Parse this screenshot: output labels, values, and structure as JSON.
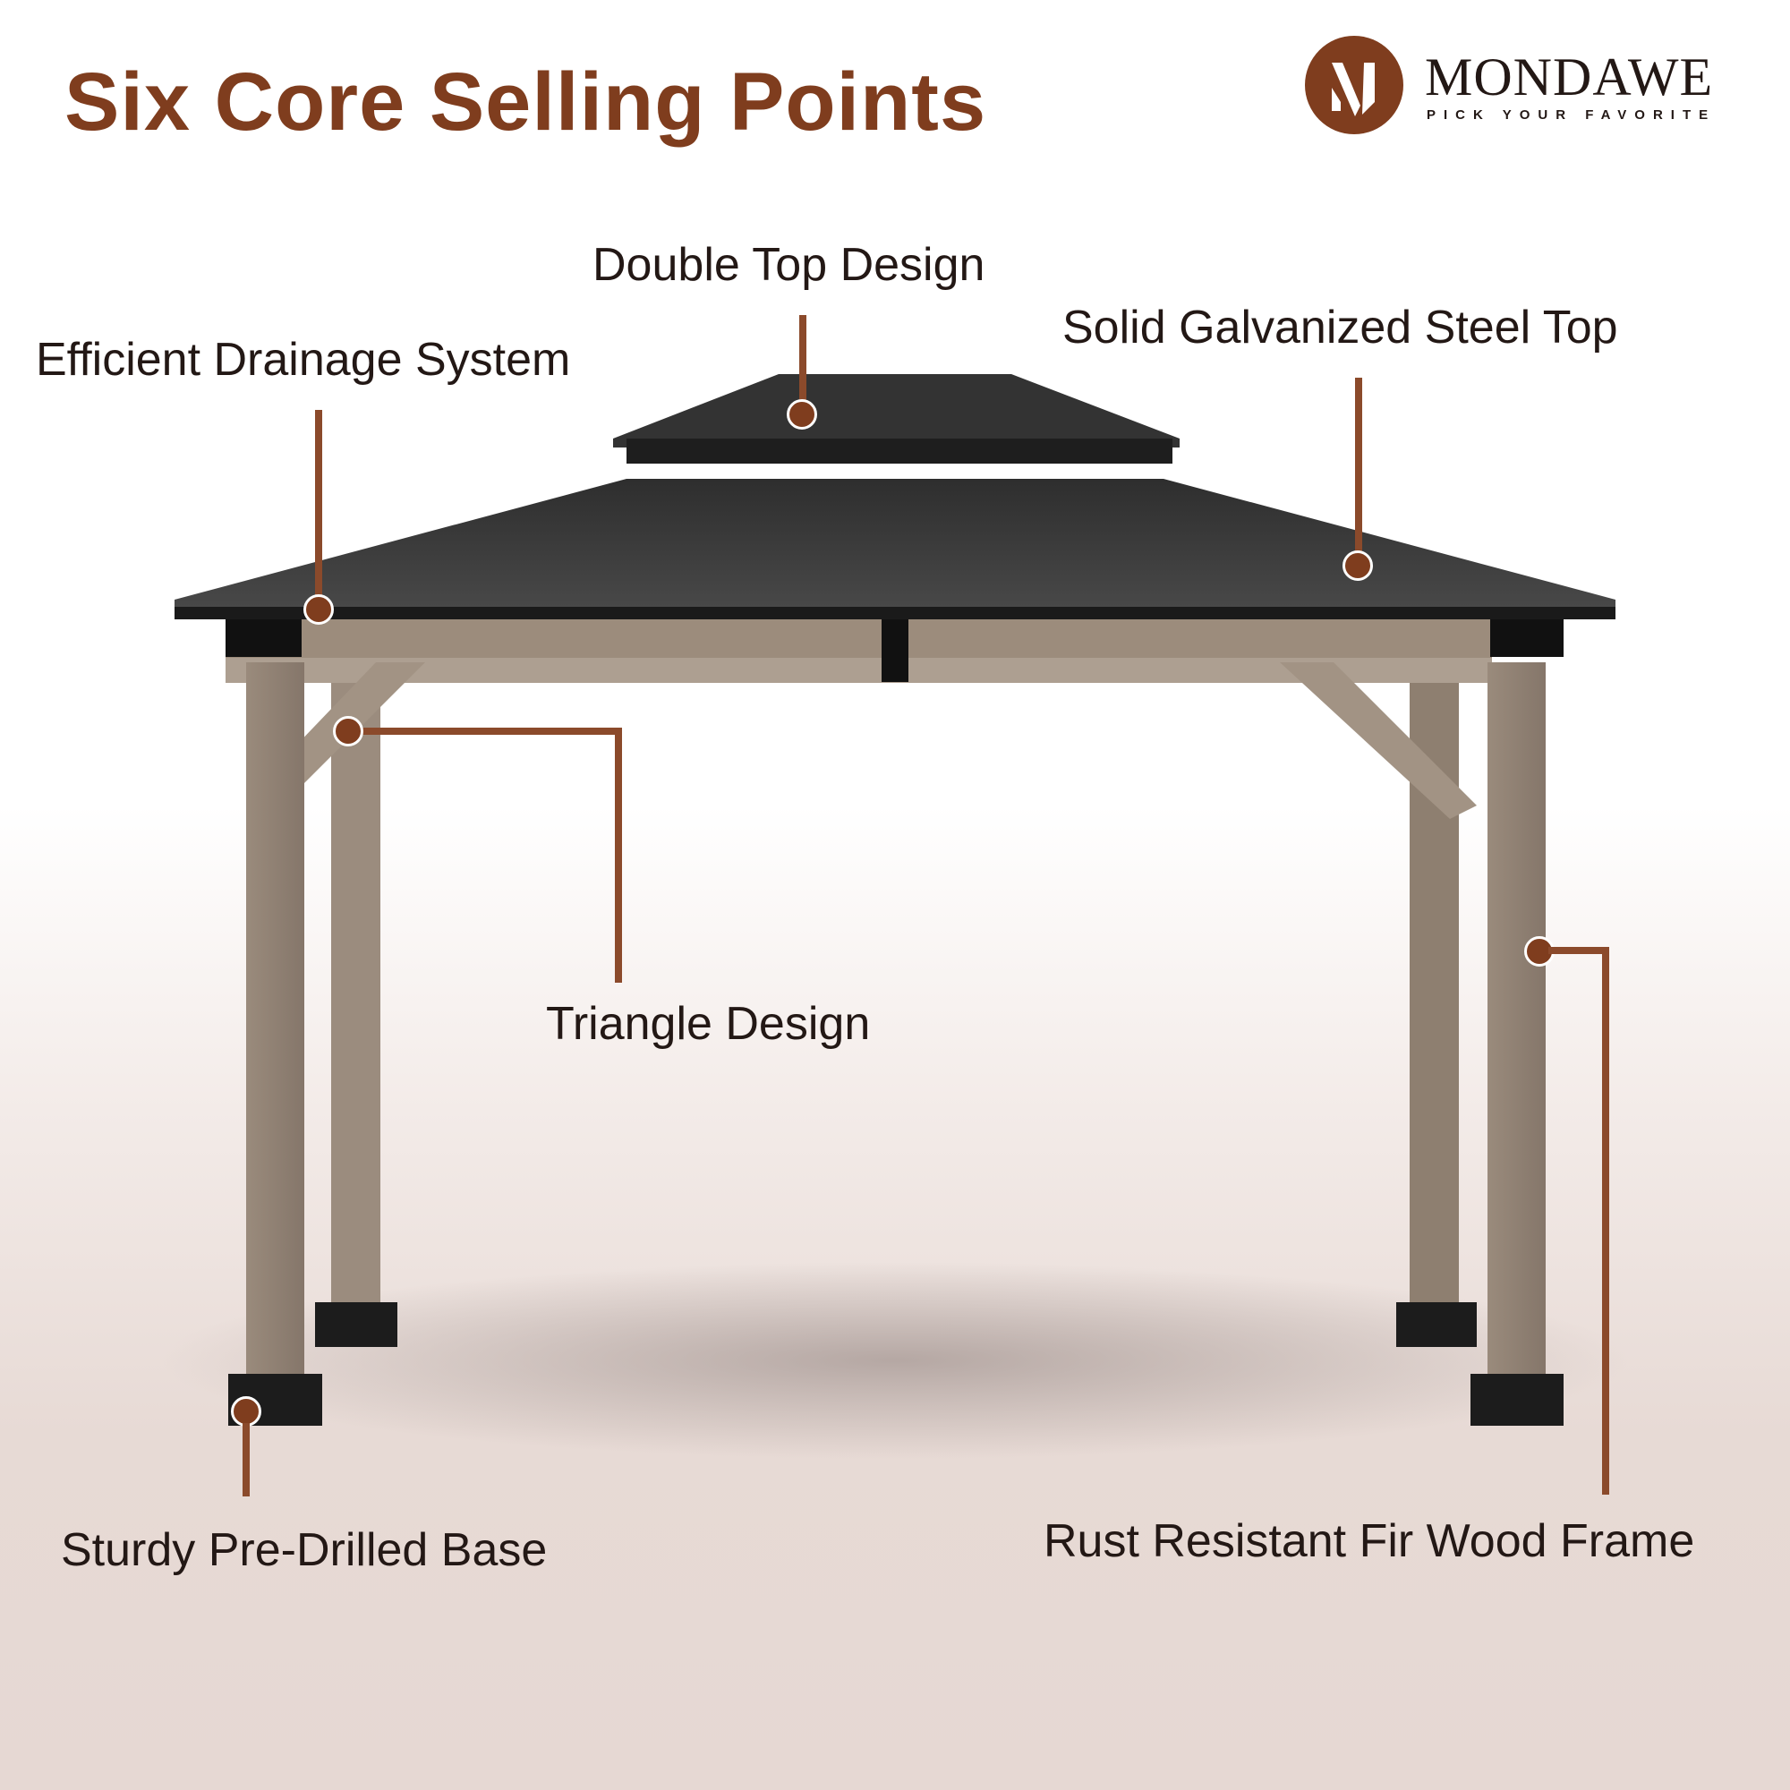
{
  "header": {
    "title": "Six Core Selling Points"
  },
  "brand": {
    "name": "MONDAWE",
    "tagline": "PICK YOUR FAVORITE",
    "logo_icon": "m-monogram-icon",
    "color": "#7f3d1e"
  },
  "callouts": [
    {
      "label": "Double Top Design"
    },
    {
      "label": "Solid Galvanized Steel Top"
    },
    {
      "label": "Efficient Drainage System"
    },
    {
      "label": "Triangle Design"
    },
    {
      "label": "Sturdy Pre-Drilled Base"
    },
    {
      "label": "Rust Resistant Fir Wood Frame"
    }
  ],
  "colors": {
    "accent": "#7f3d1e",
    "callout_line": "#8b4a2b",
    "text": "#231815",
    "roof": "#3a3a3a",
    "wood": "#8e7f70",
    "base": "#1c1c1c"
  }
}
